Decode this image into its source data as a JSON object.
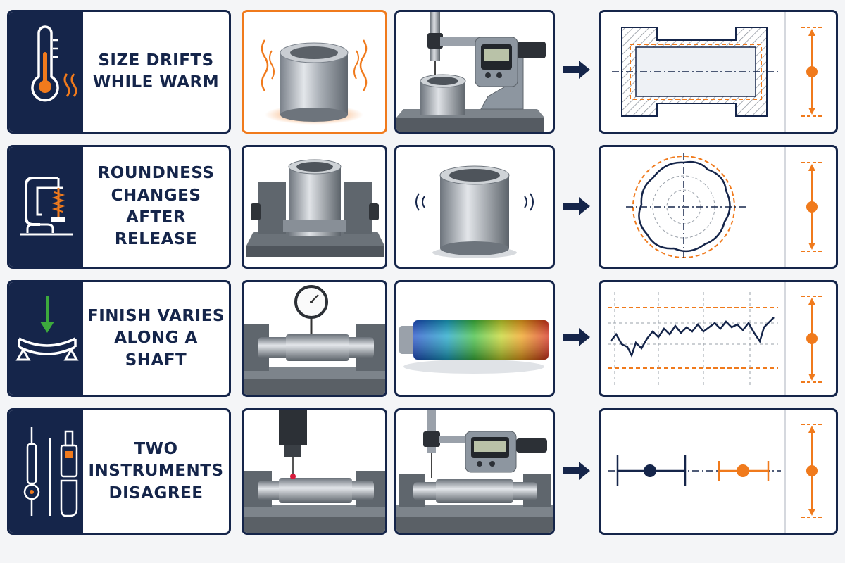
{
  "rows": [
    {
      "label": [
        "SIZE DRIFTS",
        "WHILE WARM"
      ],
      "icon": "thermometer-icon"
    },
    {
      "label": [
        "ROUNDNESS",
        "CHANGES AFTER",
        "RELEASE"
      ],
      "icon": "clamp-icon"
    },
    {
      "label": [
        "FINISH VARIES",
        "ALONG A SHAFT"
      ],
      "icon": "bending-beam-icon"
    },
    {
      "label": [
        "TWO",
        "INSTRUMENTS",
        "DISAGREE"
      ],
      "icon": "instruments-icon"
    }
  ],
  "colors": {
    "navy": "#15254a",
    "orange": "#f07a1c",
    "steel": "#9aa1aa",
    "green": "#3daa3d"
  }
}
